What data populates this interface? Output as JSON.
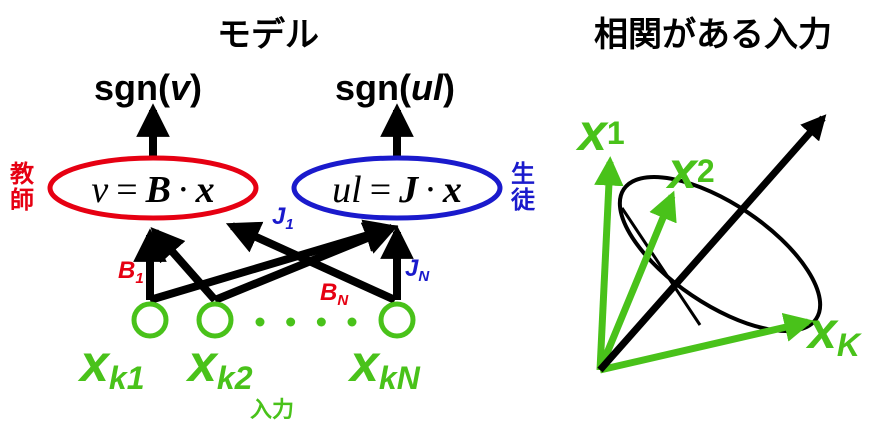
{
  "left_title": "モデル",
  "right_title": "相関がある入力",
  "outputs": {
    "teacher_prefix": "sgn(",
    "teacher_var": "v",
    "student_prefix": "sgn(",
    "student_var": "ul",
    "close": ")"
  },
  "teacher": {
    "label_top": "教",
    "label_bottom": "師",
    "eq_lhs": "v",
    "eq_rhs_vec": "B",
    "eq_x": "x",
    "weight_first": "B",
    "weight_first_sub": "1",
    "weight_last": "B",
    "weight_last_sub": "N"
  },
  "student": {
    "label_top": "生",
    "label_bottom": "徒",
    "eq_lhs": "ul",
    "eq_rhs_vec": "J",
    "eq_x": "x",
    "weight_first": "J",
    "weight_first_sub": "1",
    "weight_last": "J",
    "weight_last_sub": "N"
  },
  "symbols": {
    "equals": "=",
    "dot": "·"
  },
  "inputs": {
    "labels": [
      {
        "main": "x",
        "sub": "k1"
      },
      {
        "main": "x",
        "sub": "k2"
      },
      {
        "main": "x",
        "sub": "kN"
      }
    ],
    "ellipsis_dots": 4,
    "caption": "入力"
  },
  "vectors": [
    {
      "main": "x",
      "sub": "1"
    },
    {
      "main": "x",
      "sub": "2"
    },
    {
      "main": "x",
      "sub": "K"
    }
  ],
  "colors": {
    "background": "#0033cc",
    "teacher": "#e60012",
    "student": "#1a1acc",
    "input": "#49c21a",
    "arrow": "#000000",
    "text": "#000000",
    "node_fill": "#ffffff"
  }
}
